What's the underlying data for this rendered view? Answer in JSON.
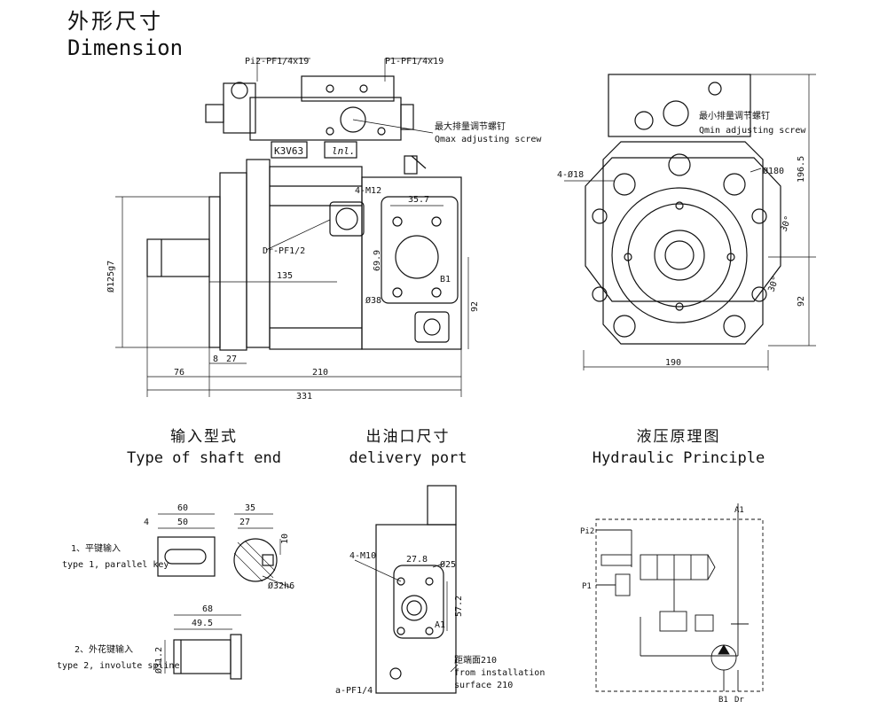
{
  "title": {
    "zh": "外形尺寸",
    "en": "Dimension"
  },
  "main_view": {
    "port_labels": [
      "Pi2-PF1/4x19",
      "P1-PF1/4x19",
      "Dr-PF1/2",
      "B1",
      "4-M12"
    ],
    "brand_plates": [
      "K3V63",
      "lnl."
    ],
    "dims": {
      "shaft_dia": "Ø125g7",
      "d135": "135",
      "d35_7": "35.7",
      "d69_9": "69.9",
      "d38": "Ø38",
      "d92": "92",
      "d8": "8",
      "d27": "27",
      "d76": "76",
      "d210": "210",
      "d331": "331"
    }
  },
  "callouts": {
    "qmax_zh": "最大排量调节螺钉",
    "qmax_en": "Qmax adjusting screw",
    "qmin_zh": "最小排量调节螺钉",
    "qmin_en": "Qmin adjusting screw"
  },
  "side_view": {
    "holes": "4-Ø18",
    "d180": "Ø180",
    "d196_5": "196.5",
    "d92": "92",
    "d190": "190",
    "a30a": "30°",
    "a30b": "30°"
  },
  "shaft": {
    "title_zh": "输入型式",
    "title_en": "Type of shaft end",
    "type1_zh": "1、平键输入",
    "type1_en": "type 1, parallel key",
    "type2_zh": "2、外花键输入",
    "type2_en": "type 2, involute spline",
    "d60": "60",
    "d4": "4",
    "d50": "50",
    "d35": "35",
    "d27": "27",
    "d10": "10",
    "d32h6": "Ø32h6",
    "d68": "68",
    "d49_5": "49.5",
    "d31_2": "Ø31.2"
  },
  "delivery": {
    "title_zh": "出油口尺寸",
    "title_en": "delivery port",
    "m10": "4-M10",
    "d27_8": "27.8",
    "d25": "Ø25",
    "d57_2": "57.2",
    "a1": "A1",
    "note_zh": "距端面210",
    "note_en1": "from installation",
    "note_en2": "surface 210",
    "a_port": "a-PF1/4"
  },
  "hydraulic": {
    "title_zh": "液压原理图",
    "title_en": "Hydraulic Principle",
    "labels": [
      "A1",
      "Pi2",
      "P1",
      "B1",
      "Dr"
    ]
  }
}
